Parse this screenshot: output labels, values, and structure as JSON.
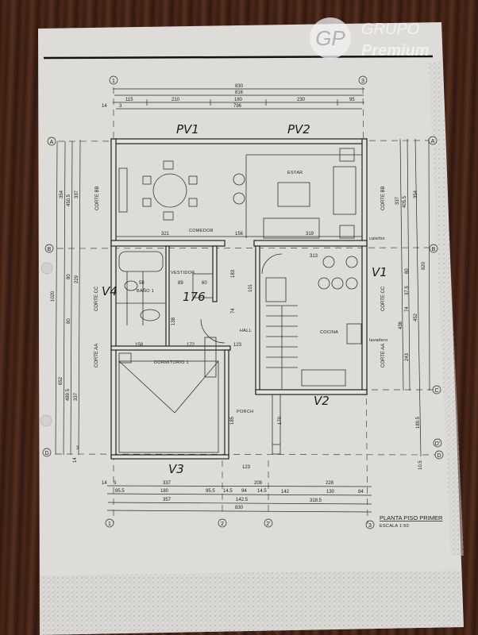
{
  "logo": {
    "line1": "GRUPO",
    "line2": "Premium",
    "mark": "GP"
  },
  "sheet": {
    "title": "PLANTA PISO PRIMER",
    "scale": "ESCALA 1:50"
  },
  "grid_bubbles": {
    "top": [
      "1",
      "3"
    ],
    "bottom": [
      "1",
      "2",
      "2'",
      "3"
    ],
    "left": [
      "A",
      "B",
      "D"
    ],
    "right": [
      "A",
      "B",
      "C",
      "D'",
      "D"
    ]
  },
  "top_dims": {
    "total": "830",
    "inner": "816",
    "segments": [
      "115",
      "210",
      "180",
      "230",
      "95"
    ],
    "clear": "796",
    "wall": "14",
    "offset": "3"
  },
  "bottom_dims": {
    "row1": [
      "337",
      "208",
      "228"
    ],
    "row2": [
      "95.5",
      "180",
      "95.5",
      "14.5",
      "94",
      "14.5",
      "142",
      "130",
      "84"
    ],
    "row3": [
      "357",
      "142.5",
      "318.5"
    ],
    "total": "830",
    "wall": "14",
    "offset": "3"
  },
  "left_dims": [
    "1020",
    "354",
    "450.5",
    "337",
    "229",
    "80",
    "80",
    "652",
    "489.5",
    "337",
    "14",
    "3"
  ],
  "right_dims": [
    "337",
    "405.5",
    "354",
    "820",
    "80",
    "37.5",
    "74",
    "436",
    "452",
    "243",
    "189.5",
    "10.5"
  ],
  "rooms": {
    "estar": "ESTAR",
    "comedor": "COMEDOR",
    "vestidor": "VESTIDOR",
    "bano": "BAÑO 1",
    "hall": "HALL",
    "cocina": "COCINA",
    "dormitorio": "DORMITORIO 1",
    "porch": "PORCH",
    "calefon": "calefón",
    "lavadero": "lavadero"
  },
  "interior_dims": [
    "321",
    "156",
    "319",
    "313",
    "158",
    "172",
    "123",
    "183",
    "101",
    "138",
    "74",
    "58",
    "89",
    "60",
    "170",
    "185",
    "123"
  ],
  "cortes": [
    "CORTE BB",
    "CORTE BB",
    "CORTE CC",
    "CORTE CC",
    "CORTE AA",
    "CORTE AA"
  ],
  "handwritten": {
    "pv1": "PV1",
    "pv2": "PV2",
    "v1": "V1",
    "v2": "V2",
    "v3": "V3",
    "v4": "V4",
    "note": "176"
  }
}
